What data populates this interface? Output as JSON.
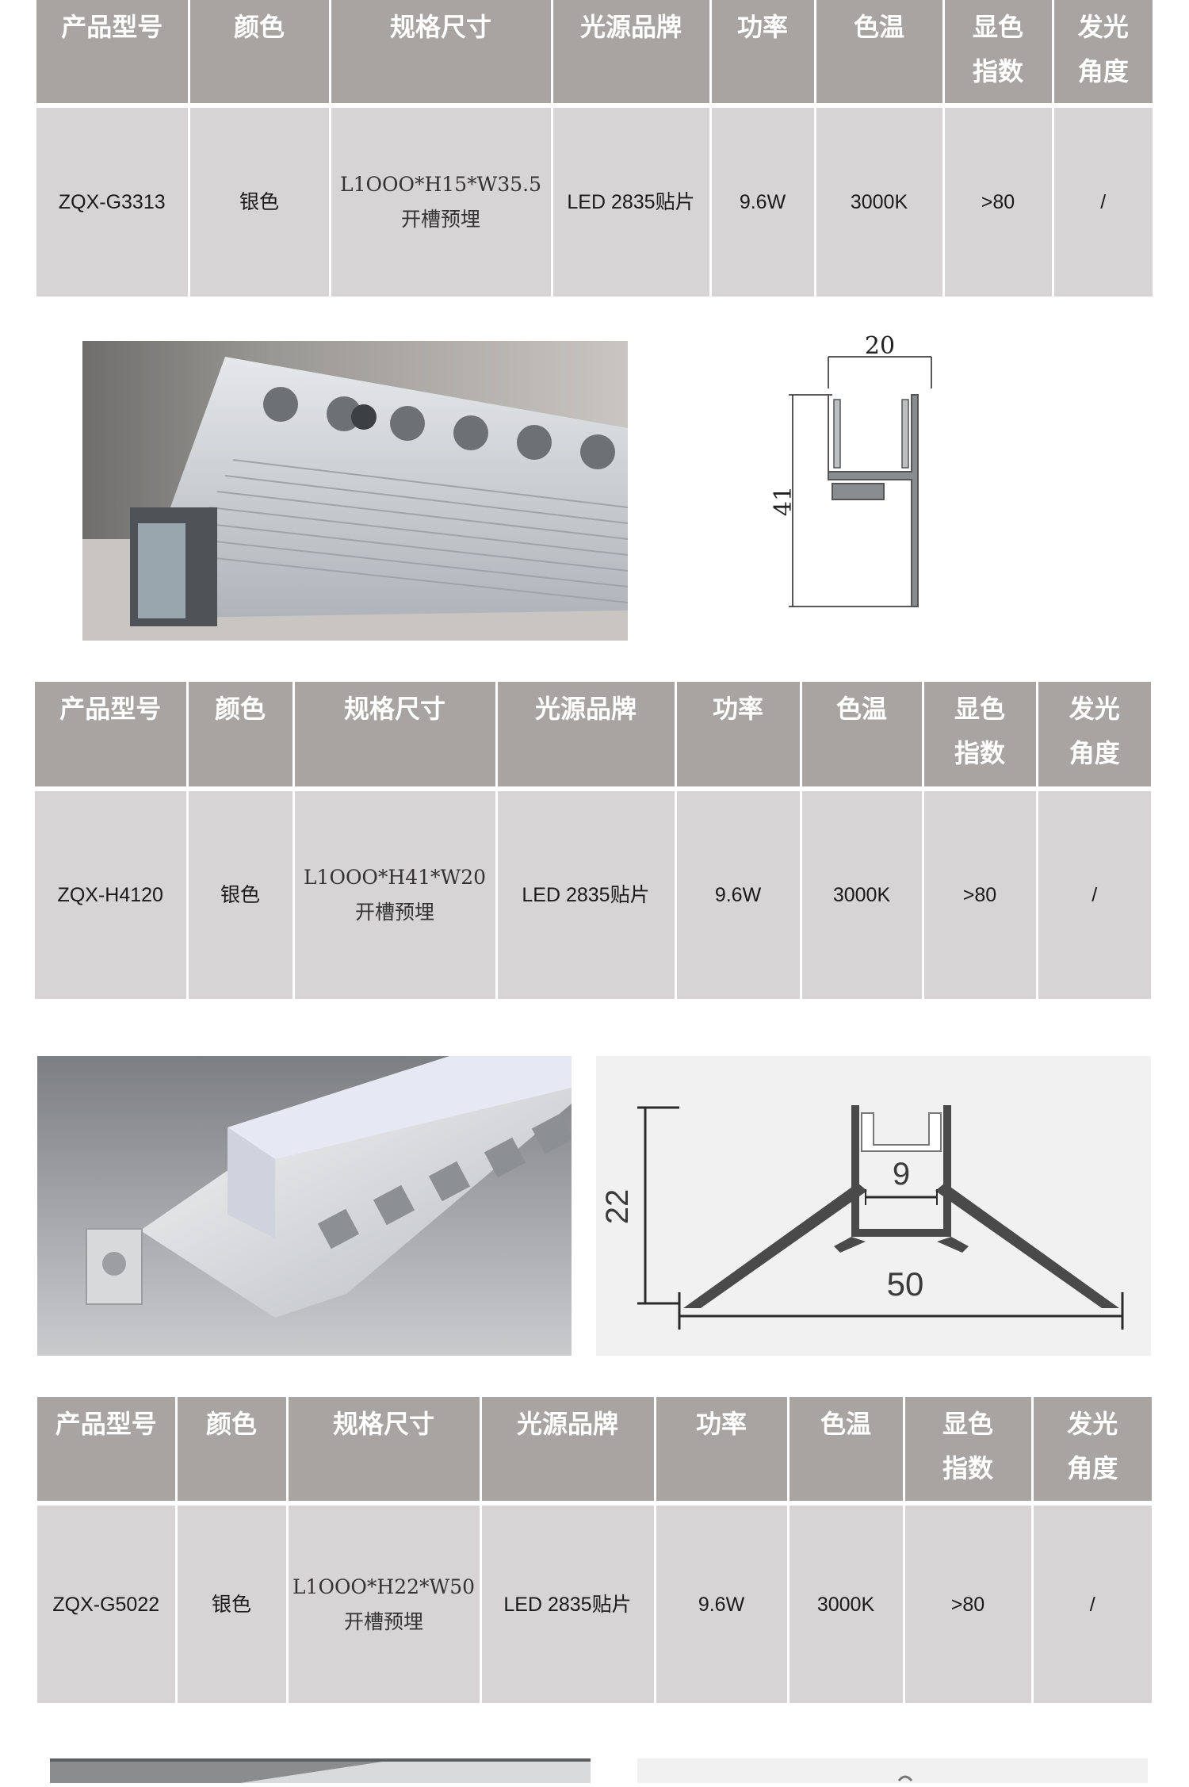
{
  "headers": [
    "产品型号",
    "颜色",
    "规格尺寸",
    "光源品牌",
    "功率",
    "色温",
    "显色\n指数",
    "发光\n角度"
  ],
  "products": [
    {
      "model": "ZQX-G3313",
      "color": "银色",
      "size_line1": "L1OOO*H15*W35.5",
      "size_line2": "开槽预埋",
      "light_source": "LED 2835贴片",
      "power": "9.6W",
      "color_temp": "3000K",
      "cri": ">80",
      "beam_angle": "/",
      "diagram": {
        "width_label": "20",
        "height_label": "41"
      }
    },
    {
      "model": "ZQX-H4120",
      "color": "银色",
      "size_line1": "L1OOO*H41*W20",
      "size_line2": "开槽预埋",
      "light_source": "LED 2835贴片",
      "power": "9.6W",
      "color_temp": "3000K",
      "cri": ">80",
      "beam_angle": "/",
      "diagram": {
        "height_label": "22",
        "inner_label": "9",
        "width_label": "50"
      }
    },
    {
      "model": "ZQX-G5022",
      "color": "银色",
      "size_line1": "L1OOO*H22*W50",
      "size_line2": "开槽预埋",
      "light_source": "LED 2835贴片",
      "power": "9.6W",
      "color_temp": "3000K",
      "cri": ">80",
      "beam_angle": "/"
    }
  ],
  "colors": {
    "header_bg": "#a8a4a2",
    "cell_bg": "#d6d4d4",
    "header_text": "#ffffff"
  }
}
